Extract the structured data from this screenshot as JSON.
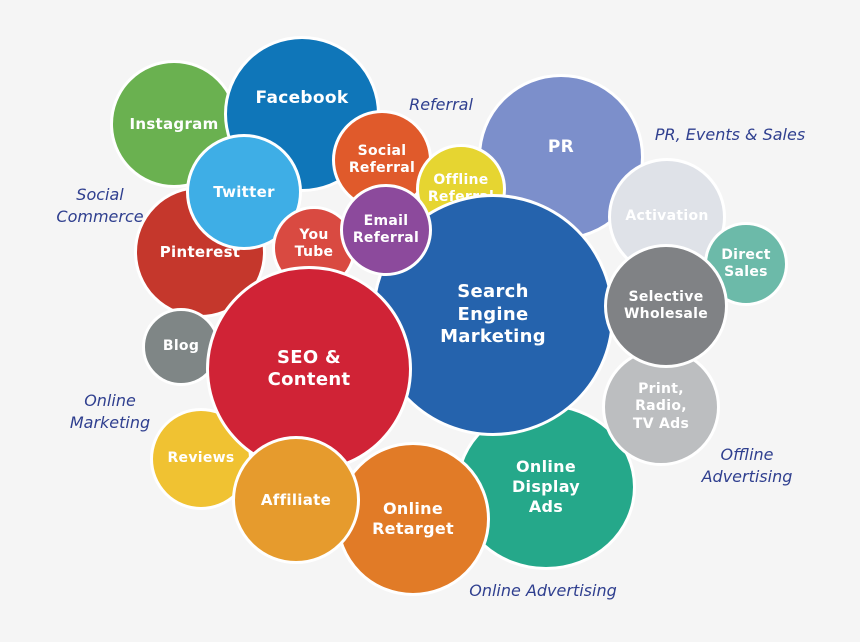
{
  "colors": {
    "background": "#f5f5f5",
    "category_text": "#2f3f8f"
  },
  "categories": {
    "referral": "Referral",
    "pr_events_sales": "PR, Events & Sales",
    "social_commerce": "Social\nCommerce",
    "online_marketing": "Online\nMarketing",
    "offline_advertising": "Offline\nAdvertising",
    "online_advertising": "Online Advertising"
  },
  "bubbles": {
    "instagram": {
      "label": "Instagram",
      "color": "#6ab150"
    },
    "facebook": {
      "label": "Facebook",
      "color": "#0f76b9"
    },
    "twitter": {
      "label": "Twitter",
      "color": "#3eaee6"
    },
    "pinterest": {
      "label": "Pinterest",
      "color": "#c5372c"
    },
    "youtube": {
      "label": "You\nTube",
      "color": "#d94a41"
    },
    "social_referral": {
      "label": "Social\nReferral",
      "color": "#e05a2b"
    },
    "offline_referral": {
      "label": "Offline\nReferral",
      "color": "#e6d531"
    },
    "email_referral": {
      "label": "Email\nReferral",
      "color": "#8c4a9c"
    },
    "pr": {
      "label": "PR",
      "color": "#7c8fcb"
    },
    "activation": {
      "label": "Activation",
      "color": "#dfe2e8"
    },
    "direct_sales": {
      "label": "Direct\nSales",
      "color": "#6cbaa9"
    },
    "selective_wholesale": {
      "label": "Selective\nWholesale",
      "color": "#808285"
    },
    "print_radio_tv": {
      "label": "Print,\nRadio,\nTV Ads",
      "color": "#bcbec0"
    },
    "search_engine_marketing": {
      "label": "Search\nEngine\nMarketing",
      "color": "#2563ad"
    },
    "seo_content": {
      "label": "SEO &\nContent",
      "color": "#d02336"
    },
    "blog": {
      "label": "Blog",
      "color": "#7f8686"
    },
    "reviews": {
      "label": "Reviews",
      "color": "#f0c232"
    },
    "affiliate": {
      "label": "Affiliate",
      "color": "#e69b2d"
    },
    "online_retarget": {
      "label": "Online\nRetarget",
      "color": "#e17b27"
    },
    "online_display_ads": {
      "label": "Online\nDisplay\nAds",
      "color": "#25a88a"
    }
  }
}
